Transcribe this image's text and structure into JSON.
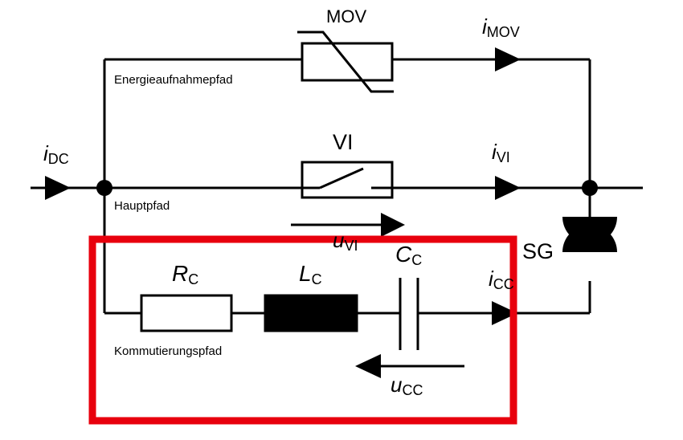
{
  "labels": {
    "mov": "MOV",
    "vi": "VI",
    "sg": "SG",
    "energy_path": "Energieaufnahmepfad",
    "main_path": "Hauptpfad",
    "commutation_path": "Kommutierungspfad"
  },
  "symbols": {
    "i_dc": {
      "main": "i",
      "sub": "DC"
    },
    "i_mov": {
      "main": "i",
      "sub": "MOV"
    },
    "i_vi": {
      "main": "i",
      "sub": "VI"
    },
    "u_vi": {
      "main": "u",
      "sub": "VI"
    },
    "i_cc": {
      "main": "i",
      "sub": "CC"
    },
    "u_cc": {
      "main": "u",
      "sub": "CC"
    },
    "r_c": {
      "main": "R",
      "sub": "C"
    },
    "l_c": {
      "main": "L",
      "sub": "C"
    },
    "c_c": {
      "main": "C",
      "sub": "C"
    }
  },
  "colors": {
    "wire": "#000000",
    "highlight": "#e8000d",
    "background": "#ffffff"
  }
}
